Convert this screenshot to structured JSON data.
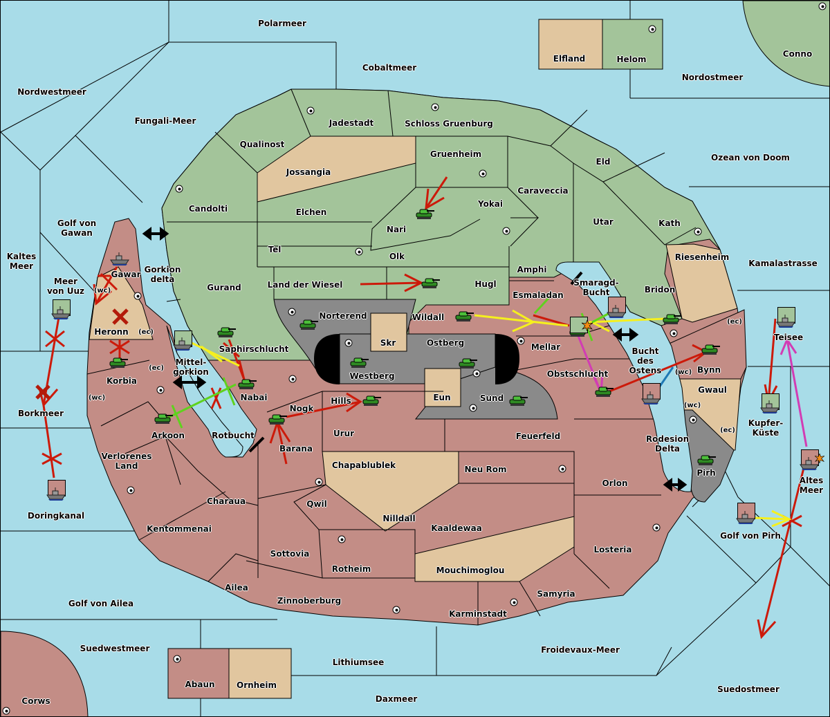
{
  "map": {
    "colors": {
      "sea": "#a8dce8",
      "green_power": "#a3c49a",
      "tan_neutral": "#e1c69f",
      "red_power": "#c38d86",
      "gray_power": "#8a8a8a",
      "order_red": "#cc1a0a",
      "order_yellow": "#f5f01e",
      "order_green": "#5fd21e",
      "order_magenta": "#d23cb4",
      "order_blue": "#1e78b4"
    },
    "seas": [
      "Polarmeer",
      "Nordwestmeer",
      "Fungali-Meer",
      "Cobaltmeer",
      "Nordostmeer",
      "Ozean von Doom",
      "Golf von Gawan",
      "Kaltes Meer",
      "Meer von Uuz",
      "Gorkion delta",
      "Mittel-gorkion",
      "Borkmeer",
      "Doringkanal",
      "Golf von Ailea",
      "Suedwestmeer",
      "Lithiumsee",
      "Daxmeer",
      "Froidevaux-Meer",
      "Suedostmeer",
      "Golf von Pirh",
      "Altes Meer",
      "Kupfer-Küste",
      "Teisee",
      "Kamalastrasse",
      "Rodesion Delta",
      "Bucht des Ostens",
      "Smaragd-Bucht",
      "Rotbucht"
    ],
    "labels": {
      "polarmeer": "Polarmeer",
      "nordwestmeer": "Nordwestmeer",
      "fungali": "Fungali-Meer",
      "cobaltmeer": "Cobaltmeer",
      "nordostmeer": "Nordostmeer",
      "ozean": "Ozean von Doom",
      "golf_gawan_1": "Golf von",
      "golf_gawan_2": "Gawan",
      "kaltes_1": "Kaltes",
      "kaltes_2": "Meer",
      "uuz_1": "Meer",
      "uuz_2": "von Uuz",
      "gorkion_1": "Gorkion",
      "gorkion_2": "delta",
      "mittel_1": "Mittel-",
      "mittel_2": "gorkion",
      "borkmeer": "Borkmeer",
      "doringkanal": "Doringkanal",
      "golf_ailea": "Golf von Ailea",
      "suedwestmeer": "Suedwestmeer",
      "lithiumsee": "Lithiumsee",
      "daxmeer": "Daxmeer",
      "froidevaux": "Froidevaux-Meer",
      "suedostmeer": "Suedostmeer",
      "golf_pirh": "Golf von Pirh",
      "altes_1": "Altes",
      "altes_2": "Meer",
      "kupfer_1": "Kupfer-",
      "kupfer_2": "Küste",
      "teisee": "Teisee",
      "kamalastrasse": "Kamalastrasse",
      "rodesion_1": "Rodesion",
      "rodesion_2": "Delta",
      "bucht_1": "Bucht",
      "bucht_2": "des",
      "bucht_3": "Ostens",
      "smaragd_1": "Smaragd-",
      "smaragd_2": "Bucht",
      "rotbucht": "Rotbucht",
      "elfland": "Elfland",
      "helom": "Helom",
      "conno": "Conno",
      "jadestadt": "Jadestadt",
      "schloss": "Schloss Gruenburg",
      "qualinost": "Qualinost",
      "jossangia": "Jossangia",
      "gruenheim": "Gruenheim",
      "eld": "Eld",
      "candolti": "Candolti",
      "elchen": "Elchen",
      "caraveccia": "Caraveccia",
      "yokai": "Yokai",
      "nari": "Nari",
      "utar": "Utar",
      "kath": "Kath",
      "tel": "Tel",
      "olk": "Olk",
      "amphi": "Amphi",
      "riesenheim": "Riesenheim",
      "gurand": "Gurand",
      "land_wiesel": "Land der Wiesel",
      "hugl": "Hugl",
      "esmaladan": "Esmaladan",
      "bridon": "Bridon",
      "gawar": "Gawar",
      "norterend": "Norterend",
      "wildall": "Wildall",
      "skr": "Skr",
      "ostberg": "Ostberg",
      "westberg": "Westberg",
      "heronn": "Heronn",
      "saphir": "Saphirschlucht",
      "mellar": "Mellar",
      "obstschlucht": "Obstschlucht",
      "bynn": "Bynn",
      "korbia": "Korbia",
      "nabai": "Nabai",
      "eun": "Eun",
      "sund": "Sund",
      "gwaul": "Gwaul",
      "hills": "Hills",
      "nogk": "Nogk",
      "arkoon": "Arkoon",
      "urur": "Urur",
      "feuerfeld": "Feuerfeld",
      "barana": "Barana",
      "chapa": "Chapablublek",
      "neurom": "Neu Rom",
      "pirh": "Pirh",
      "orlon": "Orlon",
      "verlorenes_1": "Verlorenes",
      "verlorenes_2": "Land",
      "charaua": "Charaua",
      "qwil": "Qwil",
      "nilldall": "Nilldall",
      "kaaldewaa": "Kaaldewaa",
      "kentommenai": "Kentommenai",
      "sottovia": "Sottovia",
      "rotheim": "Rotheim",
      "mouchi": "Mouchimoglou",
      "losteria": "Losteria",
      "ailea": "Ailea",
      "samyria": "Samyria",
      "zinnoberburg": "Zinnoberburg",
      "karminstadt": "Karminstadt",
      "abaun": "Abaun",
      "ornheim": "Ornheim",
      "corws": "Corws"
    },
    "coasts": {
      "wc": "(wc)",
      "ec": "(ec)"
    }
  }
}
